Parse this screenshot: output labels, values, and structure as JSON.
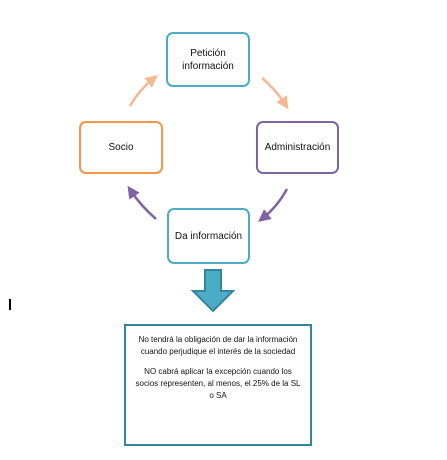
{
  "diagram": {
    "nodes": {
      "peticion": "Petición\ninformación",
      "administracion": "Administración",
      "socio": "Socio",
      "da_informacion": "Da información"
    },
    "note": {
      "paragraph_1": "No tendrá la obligación de dar la información cuando perjudique el interés de la sociedad",
      "paragraph_2": "NO cabrá aplicar la excepción cuando los socios representen, al menos, el 25% de la SL o SA"
    },
    "colors": {
      "peticion_border": "#4bacc6",
      "administracion_border": "#8064a2",
      "socio_border": "#f79646",
      "da_informacion_border": "#4bacc6",
      "down_arrow_fill": "#4bacc6",
      "down_arrow_stroke": "#31859c",
      "note_border": "#31859c"
    }
  }
}
